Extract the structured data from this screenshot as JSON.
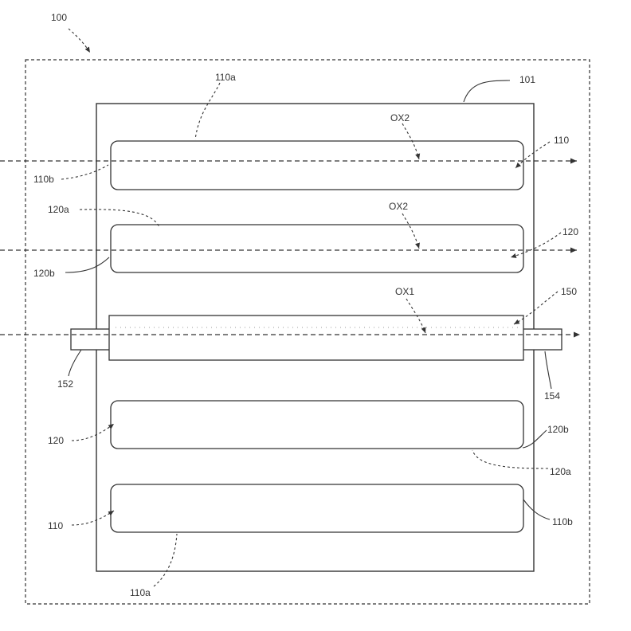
{
  "labels": {
    "outer_assembly": "100",
    "plate": "101",
    "element_110a_top": "110a",
    "element_110b_top": "110b",
    "element_110_top": "110",
    "axis_top_1": "OX2",
    "element_120a_top": "120a",
    "element_120b_top": "120b",
    "element_120_top": "120",
    "axis_top_2": "OX2",
    "axis_center": "OX1",
    "element_150": "150",
    "element_152": "152",
    "element_154": "154",
    "element_120_bottom": "120",
    "element_120b_bottom": "120b",
    "element_120a_bottom": "120a",
    "element_110_bottom": "110",
    "element_110b_bottom": "110b",
    "element_110a_bottom": "110a"
  },
  "colors": {
    "stroke": "#333333",
    "label": "#333333"
  }
}
